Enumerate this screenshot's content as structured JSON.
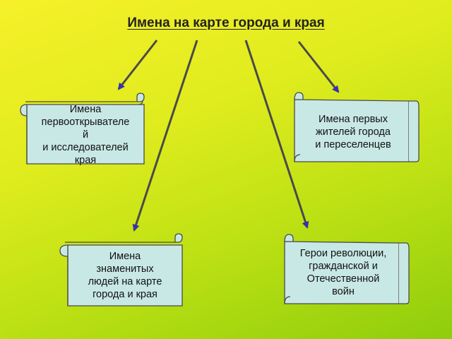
{
  "title": "Имена на карте города и края",
  "nodes": {
    "discoverers": "Имена\nпервооткрывателе\nй\nи исследователей\nкрая",
    "first_residents": "Имена первых\nжителей города\nи переселенцев",
    "famous_people": "Имена\nзнаменитых\nлюдей на карте\nгорода и края",
    "heroes": "Герои революции,\nгражданской и\nОтечественной\nвойн"
  },
  "colors": {
    "scroll_fill": "#c8e8e6",
    "scroll_stroke": "#4a4a4a",
    "arrow_line": "#4a4a4a",
    "arrow_head": "#3a2fae"
  }
}
